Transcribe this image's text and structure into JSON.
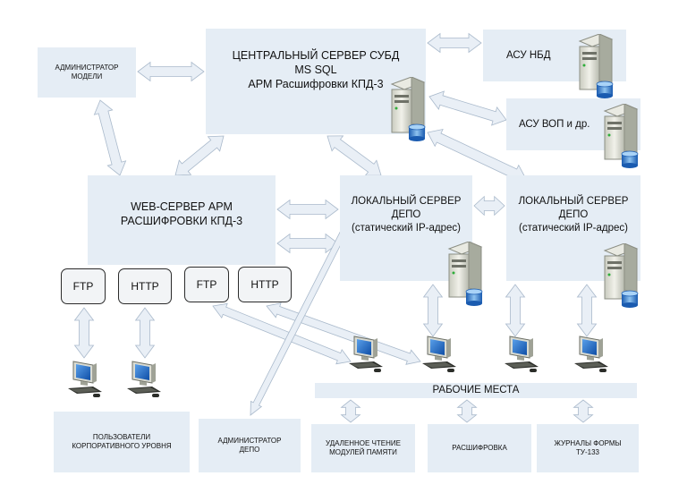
{
  "nodes": {
    "admin_model": "АДМИНИСТРАТОР\nМОДЕЛИ",
    "central_server": "ЦЕНТРАЛЬНЫЙ СЕРВЕР СУБД\nMS SQL\nАРМ Расшифровки КПД-3",
    "asu_nbd": "АСУ НБД",
    "asu_vop": "АСУ ВОП и др.",
    "web_server": "WEB-СЕРВЕР АРМ\nРАСШИФРОВКИ КПД-3",
    "local_depot_1": "ЛОКАЛЬНЫЙ СЕРВЕР\nДЕПО\n(статический IP-адрес)",
    "local_depot_2": "ЛОКАЛЬНЫЙ СЕРВЕР\nДЕПО\n(статический IP-адрес)",
    "workplaces": "РАБОЧИЕ МЕСТА",
    "corp_users": "ПОЛЬЗОВАТЕЛИ\nКОРПОРАТИВНОГО УРОВНЯ",
    "admin_depot": "АДМИНИСТРАТОР\nДЕПО",
    "remote_read": "УДАЛЕННОЕ ЧТЕНИЕ\nМОДУЛЕЙ ПАМЯТИ",
    "decoding": "РАСШИФРОВКА",
    "journals": "ЖУРНАЛЫ ФОРМЫ\nТУ-133"
  },
  "protocols": [
    "FTP",
    "HTTP",
    "FTP",
    "HTTP"
  ],
  "icons": {
    "server": "database-server-icon",
    "workstation": "computer-workstation-icon"
  },
  "colors": {
    "box_fill": "#e5edf5",
    "arrow_fill": "#e9eff6",
    "arrow_stroke": "#a9b9cb",
    "protocol_border": "#2b2b2b",
    "monitor_screen": "#1f63c4"
  }
}
